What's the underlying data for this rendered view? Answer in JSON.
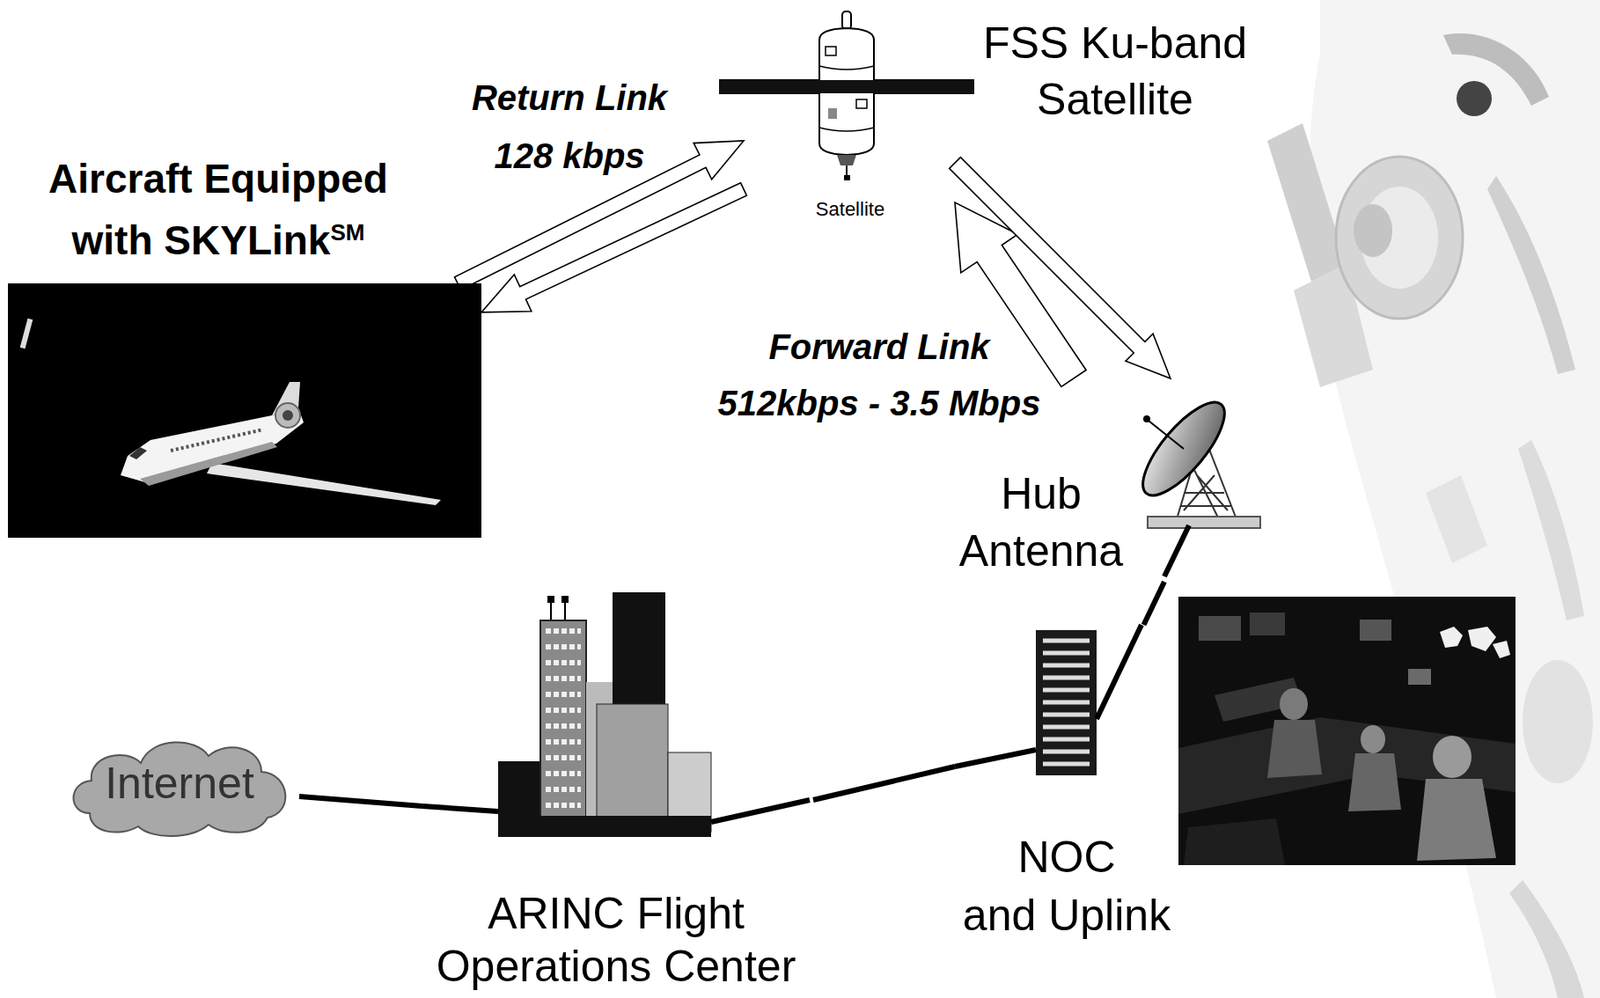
{
  "diagram": {
    "nodes": [
      {
        "text": [
          "Aircraft Equipped with SKYLink",
          "SM"
        ]
      },
      {
        "text": [
          "FSS Ku-band Satellite",
          "Satellite"
        ]
      },
      {
        "text": [
          "Hub Antenna"
        ]
      },
      {
        "text": [
          "Internet"
        ]
      },
      {
        "text": [
          "ARINC Flight Operations Center"
        ]
      },
      {
        "text": [
          "NOC and Uplink"
        ]
      }
    ],
    "edges": [
      {
        "from": 0,
        "to": 1,
        "arrow": "to",
        "label": "Return Link 128 kbps"
      },
      {
        "from": 1,
        "to": 0,
        "arrow": "to"
      },
      {
        "from": 2,
        "to": 1,
        "arrow": "to",
        "label": "Forward Link 512kbps - 3.5 Mbps"
      },
      {
        "from": 1,
        "to": 2,
        "arrow": "to"
      },
      {
        "from": 2,
        "to": 5,
        "arrow": "none"
      },
      {
        "from": 5,
        "to": 4,
        "arrow": "none"
      },
      {
        "from": 4,
        "to": 3,
        "arrow": "none"
      }
    ]
  }
}
